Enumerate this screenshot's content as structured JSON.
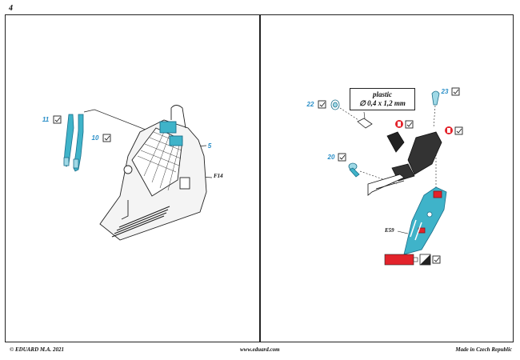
{
  "page": {
    "number": "4"
  },
  "footer": {
    "left": "© EDUARD  M.A. 2021",
    "center": "www.eduard.com",
    "right": "Made in Czech Republic"
  },
  "left_panel": {
    "callouts": [
      {
        "num": "11"
      },
      {
        "num": "10"
      },
      {
        "num": "5"
      }
    ],
    "part_labels": {
      "frame": "F14"
    }
  },
  "right_panel": {
    "callouts": [
      {
        "num": "22"
      },
      {
        "num": "23"
      },
      {
        "num": "20"
      }
    ],
    "plastic_note": {
      "title": "plastic",
      "dimension": "∅ 0,4 x 1,2 mm"
    },
    "part_labels": {
      "etch": "E59"
    }
  },
  "colors": {
    "photo_etch_blue": "#3fb3c9",
    "callout_blue": "#2a8fc8",
    "paint_red": "#e3232b",
    "ink": "#111111"
  },
  "icons": [
    "check-box-icon",
    "paint-red-icon",
    "paint-swatch-icon"
  ]
}
